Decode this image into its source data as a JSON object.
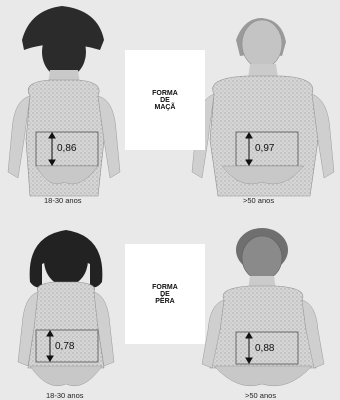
{
  "groups": {
    "apple": {
      "panel_lines": [
        "FORMA",
        "DE",
        "MAÇÃ"
      ],
      "figures": [
        {
          "ratio": "0,86",
          "age_caption": "18-30 anos",
          "sex": "male",
          "hair": "dark"
        },
        {
          "ratio": "0,97",
          "age_caption": ">50 anos",
          "sex": "male",
          "hair": "bald-gray"
        }
      ]
    },
    "pear": {
      "panel_lines": [
        "FORMA",
        "DE",
        "PÊRA"
      ],
      "figures": [
        {
          "ratio": "0,78",
          "age_caption": "18-30 anos",
          "sex": "female",
          "hair": "dark-long"
        },
        {
          "ratio": "0,88",
          "age_caption": ">50 anos",
          "sex": "female",
          "hair": "short-gray"
        }
      ]
    }
  },
  "colors": {
    "background": "#e9e9e9",
    "panel": "#ffffff",
    "skin": "#d9d9d9",
    "skin_shade": "#b0b0b0",
    "dark_hair": "#2b2b2b",
    "gray_hair": "#8e8e8e"
  },
  "icons": [
    "double-arrow-icon"
  ]
}
